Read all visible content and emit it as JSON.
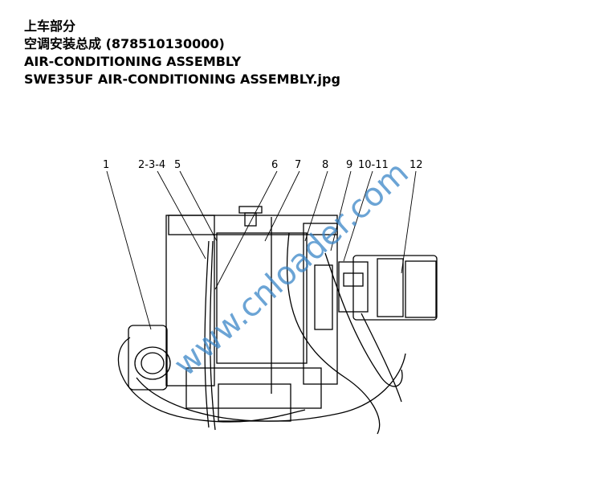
{
  "header": {
    "line1": "上车部分",
    "line2": "空调安装总成 (878510130000)",
    "line3": "AIR-CONDITIONING ASSEMBLY",
    "line4": "SWE35UF AIR-CONDITIONING ASSEMBLY.jpg"
  },
  "callouts": [
    "1",
    "2-3-4",
    "5",
    "6",
    "7",
    "8",
    "9",
    "10-11",
    "12"
  ],
  "watermark": "www.cnloader.com",
  "colors": {
    "text": "#000000",
    "watermark": "#3a86c8",
    "line": "#000000"
  }
}
